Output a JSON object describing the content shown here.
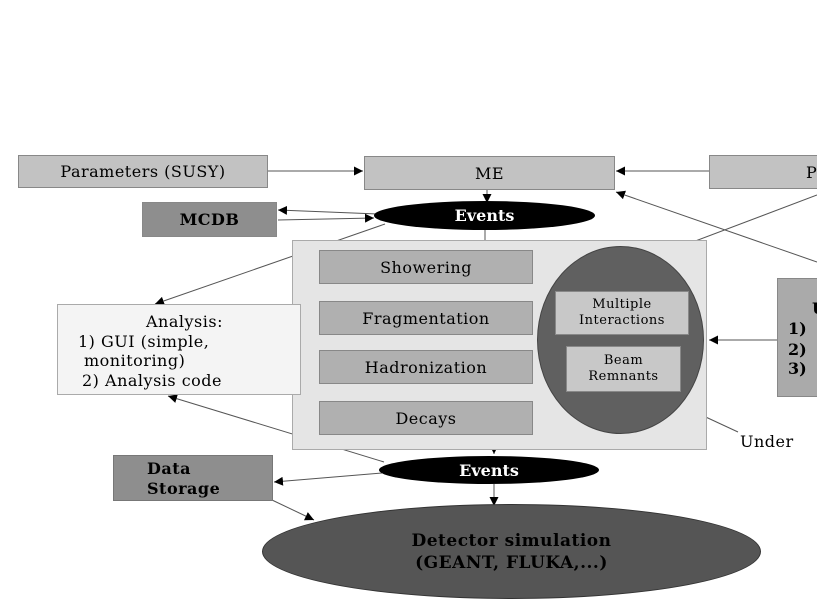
{
  "nodes": {
    "parameters": "Parameters (SUSY)",
    "me": "ME",
    "pdf_partial": "P",
    "mcdb": "MCDB",
    "events_top": "Events",
    "showering": "Showering",
    "fragmentation": "Fragmentation",
    "hadronization": "Hadronization",
    "decays": "Decays",
    "multiple_interactions": [
      "Multiple",
      "Interactions"
    ],
    "beam_remnants": [
      "Beam",
      "Remnants"
    ],
    "analysis": [
      "Analysis:",
      "1) GUI (simple,",
      "monitoring)",
      "2) Analysis code"
    ],
    "tuning_partial": [
      "U",
      "1)",
      "2)",
      "3)"
    ],
    "underlying_partial": "Under",
    "data_storage": [
      "Data",
      "Storage"
    ],
    "events_bottom": "Events",
    "detector_simulation": [
      "Detector simulation",
      "(GEANT, FLUKA,...)"
    ]
  }
}
